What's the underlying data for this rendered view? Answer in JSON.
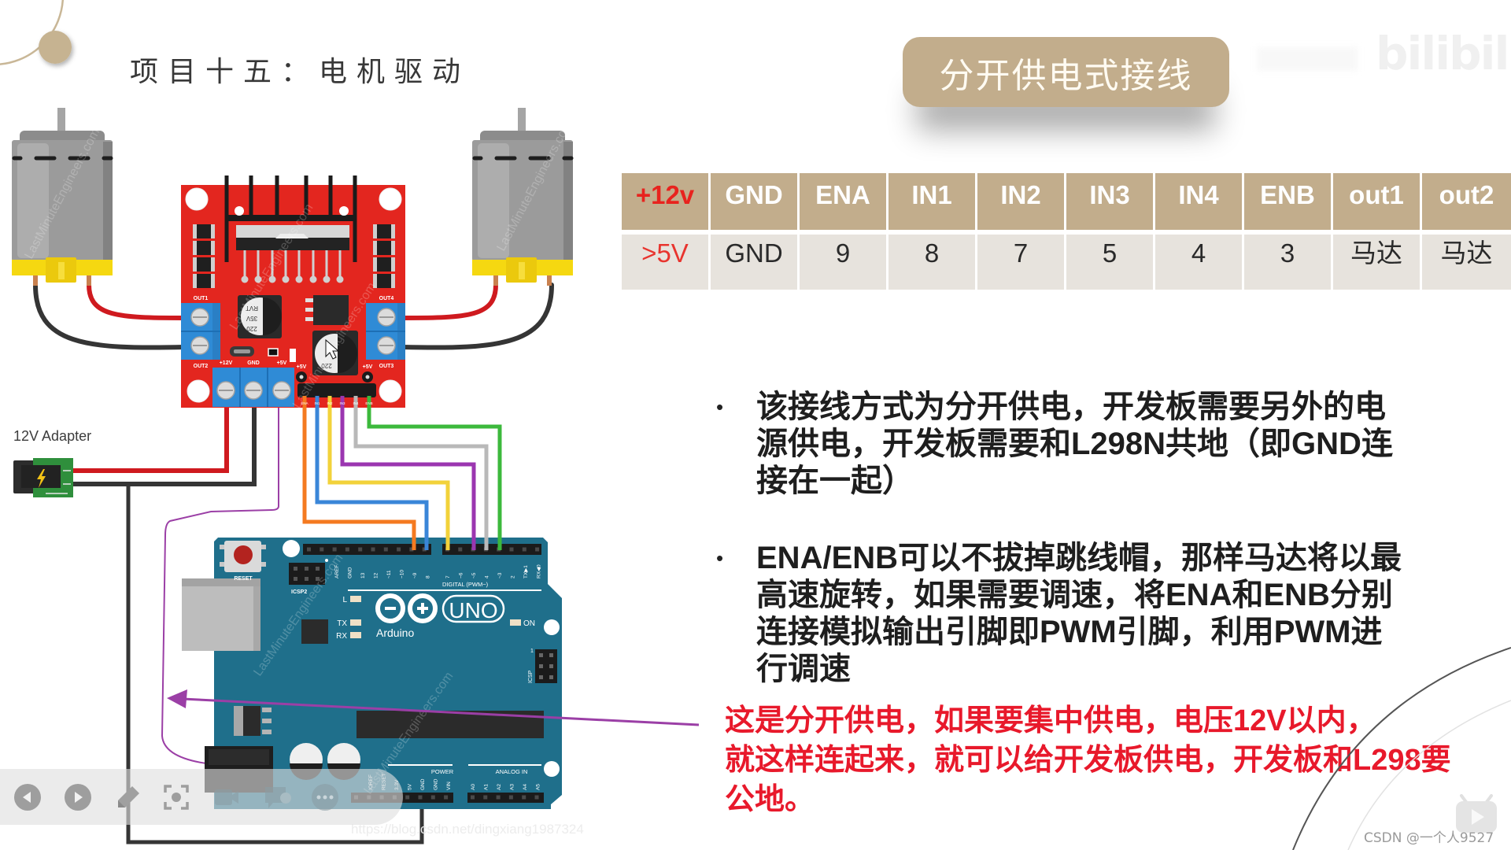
{
  "slide": {
    "title": "项目十五：电机驱动",
    "section_badge": "分开供电式接线",
    "logo_watermark": "bilibili",
    "credit": "CSDN @一个人9527",
    "url_watermark": "https://blog.csdn.net/dingxiang1987324"
  },
  "colors": {
    "accent_red": "#e8231e",
    "note_red": "#e8192b",
    "tan": "#c2ad8c",
    "cell_bg": "#e7e3dd"
  },
  "pin_table": {
    "headers": [
      "+12v",
      "GND",
      "ENA",
      "IN1",
      "IN2",
      "IN3",
      "IN4",
      "ENB",
      "out1",
      "out2"
    ],
    "row": [
      ">5V",
      "GND",
      "9",
      "8",
      "7",
      "5",
      "4",
      "3",
      "马达",
      "马达"
    ]
  },
  "bullets": [
    {
      "lines": [
        "该接线方式为分开供电，开发板需要另外的电",
        "源供电，开发板需要和L298N共地（即GND连",
        "接在一起）"
      ]
    },
    {
      "lines": [
        "ENA/ENB可以不拔掉跳线帽，那样马达将以最",
        "高速旋转，如果需要调速，将ENA和ENB分别",
        "连接模拟输出引脚即PWM引脚，利用PWM进",
        "行调速"
      ]
    }
  ],
  "annotation": {
    "lines": [
      "这是分开供电，如果要集中供电，电压12V以内，",
      "就这样连起来，就可以给开发板供电，开发板和L298要",
      "公地。"
    ]
  },
  "diagram": {
    "adapter_label": "12V Adapter",
    "watermark": "LastMinuteEngineers.com",
    "l298n": {
      "out1": "OUT1",
      "out2": "OUT2",
      "out3": "OUT3",
      "out4": "OUT4",
      "power_labels": [
        "+12V",
        "GND",
        "+5V"
      ],
      "logic_5v_label": "+5V",
      "control_pins": [
        "ENA",
        "IN1",
        "IN2",
        "IN3",
        "IN4",
        "ENB"
      ],
      "cap1_text": [
        "220",
        "35V",
        "RVT"
      ],
      "cap2_text": "220"
    },
    "arduino": {
      "brand": "Arduino",
      "model": "UNO",
      "reset_label": "RESET",
      "icsp2_label": "ICSP2",
      "icsp_label": "ICSP",
      "icsp_pin1": "1",
      "digital_label": "DIGITAL (PWM~)",
      "led_l": "L",
      "led_tx": "TX",
      "led_rx": "RX",
      "led_on": "ON",
      "power_label": "POWER",
      "analog_label": "ANALOG IN",
      "digital_pins": [
        "AREF",
        "GND",
        "13",
        "12",
        "~11",
        "~10",
        "~9",
        "8",
        "7",
        "~6",
        "~5",
        "4",
        "~3",
        "2",
        "TX▶1",
        "RX◀0"
      ],
      "power_pins": [
        "IOREF",
        "RESET",
        "3.3V",
        "5V",
        "GND",
        "GND",
        "VIN"
      ],
      "analog_pins": [
        "A0",
        "A1",
        "A2",
        "A3",
        "A4",
        "A5"
      ]
    },
    "wires": {
      "power_red": "#cf1a1f",
      "ground_black": "#353535",
      "ena_orange": "#f47a20",
      "in1_blue": "#3a86d8",
      "in2_yellow": "#f2d23a",
      "in3_purple": "#9b36b0",
      "in4_gray": "#b9b9b9",
      "enb_green": "#3cb93c",
      "annotation_purple": "#9b3fa6"
    }
  },
  "player_controls": [
    {
      "action": "previous",
      "icon": "previous-icon"
    },
    {
      "action": "next",
      "icon": "next-icon"
    },
    {
      "action": "pen",
      "icon": "pen-icon"
    },
    {
      "action": "screenshot",
      "icon": "screenshot-icon"
    },
    {
      "action": "record",
      "icon": "video-icon"
    },
    {
      "action": "comment",
      "icon": "comment-icon"
    },
    {
      "action": "more",
      "icon": "more-icon"
    }
  ]
}
